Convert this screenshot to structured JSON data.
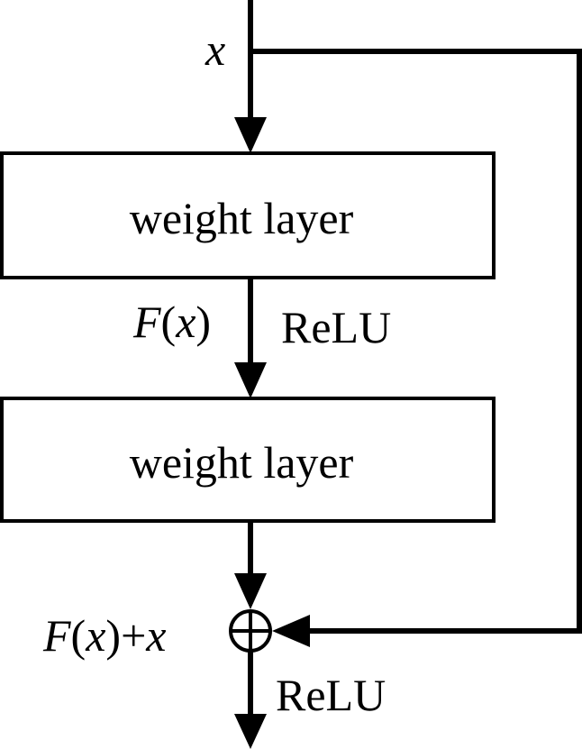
{
  "diagram": {
    "input_label": "x",
    "layer1_label": "weight layer",
    "layer2_label": "weight layer",
    "mid_label": {
      "fn": "F",
      "open": "(",
      "var": "x",
      "close": ")"
    },
    "relu1_label": "ReLU",
    "sum_label": {
      "fn": "F",
      "open": "(",
      "var": "x",
      "close": ")",
      "plus": "+",
      "var2": "x"
    },
    "relu2_label": "ReLU",
    "add_symbol": "⊕"
  },
  "colors": {
    "stroke": "#000000",
    "background": "#ffffff"
  }
}
